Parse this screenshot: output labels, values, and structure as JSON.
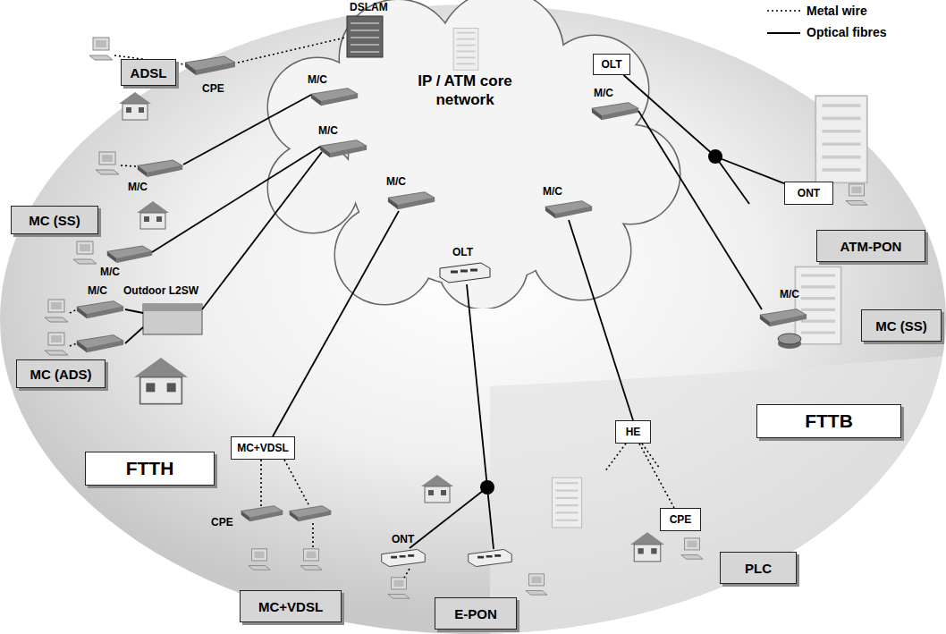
{
  "diagram": {
    "nodes": [
      {
        "text": [
          "IP / ATM core network"
        ]
      },
      {
        "text": [
          "OLT"
        ]
      },
      {
        "text": [
          "ADSL"
        ]
      },
      {
        "text": [
          "MC (SS)"
        ]
      },
      {
        "text": [
          "MC (ADS)"
        ]
      },
      {
        "text": [
          "FTTH"
        ]
      },
      {
        "text": [
          "MC+VDSL"
        ]
      },
      {
        "text": [
          "MC+VDSL"
        ]
      },
      {
        "text": [
          "E-PON"
        ]
      },
      {
        "text": [
          "HE"
        ]
      },
      {
        "text": [
          "CPE"
        ]
      },
      {
        "text": [
          "PLC"
        ]
      },
      {
        "text": [
          "FTTB"
        ]
      },
      {
        "text": [
          "ONT"
        ]
      },
      {
        "text": [
          "ATM-PON"
        ]
      },
      {
        "text": [
          "MC (SS)"
        ]
      }
    ],
    "edges": [
      {
        "from": 1,
        "to": 13,
        "arrow": "none"
      },
      {
        "from": 9,
        "to": 10,
        "arrow": "none"
      }
    ],
    "labels": [
      "DSLAM",
      "CPE",
      "M/C",
      "M/C",
      "M/C",
      "M/C",
      "M/C",
      "Outdoor L2SW",
      "M/C",
      "OLT",
      "M/C",
      "M/C",
      "CPE",
      "ONT",
      "M/C"
    ],
    "legend": [
      {
        "text": "Metal wire"
      },
      {
        "text": "Optical fibres"
      }
    ]
  }
}
